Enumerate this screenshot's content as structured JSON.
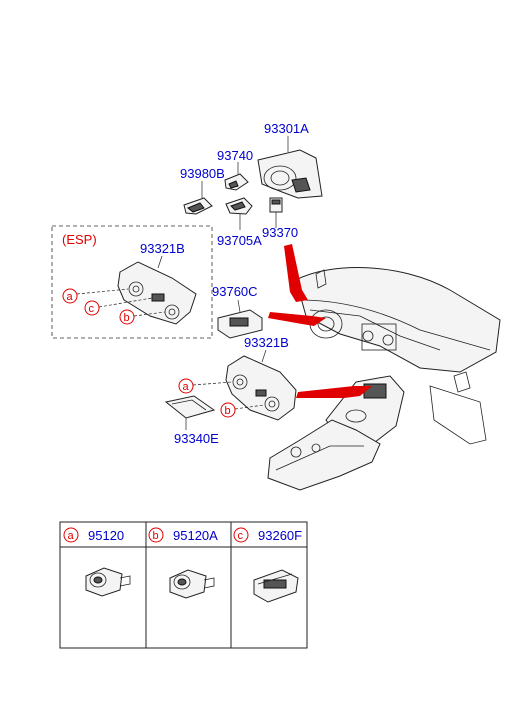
{
  "colors": {
    "part_number": "#0000cc",
    "callout": "#e00000"
  },
  "labels": {
    "p93301A": "93301A",
    "p93740": "93740",
    "p93980B": "93980B",
    "p93705A": "93705A",
    "p93370": "93370",
    "esp": "(ESP)",
    "p93321B_esp": "93321B",
    "p93760C": "93760C",
    "p93321B": "93321B",
    "p93340E": "93340E"
  },
  "callouts": {
    "a": "a",
    "b": "b",
    "c": "c"
  },
  "legend": [
    {
      "letter": "a",
      "part": "95120"
    },
    {
      "letter": "b",
      "part": "95120A"
    },
    {
      "letter": "c",
      "part": "93260F"
    }
  ]
}
